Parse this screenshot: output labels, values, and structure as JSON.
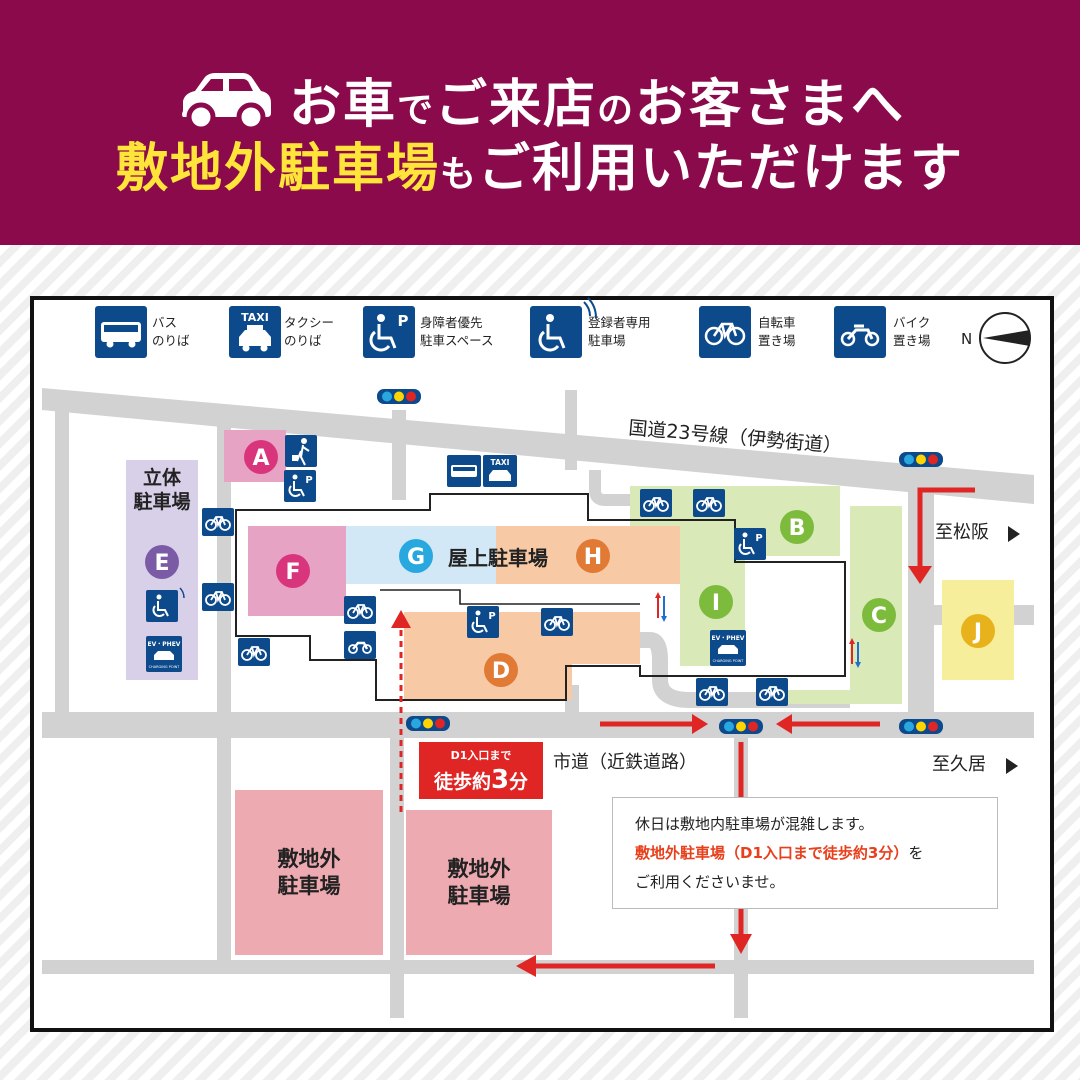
{
  "header": {
    "line1_a": "お車",
    "line1_b": "で",
    "line1_c": "ご来店",
    "line1_d": "の",
    "line1_e": "お客さまへ",
    "line2_a": "敷地外駐車場",
    "line2_b": "も",
    "line2_c": "ご利用いただけます",
    "icon": "car-icon"
  },
  "legend": [
    {
      "icon": "bus-icon",
      "line1": "バス",
      "line2": "のりば"
    },
    {
      "icon": "taxi-icon",
      "icon_text": "TAXI",
      "line1": "タクシー",
      "line2": "のりば"
    },
    {
      "icon": "wheelchair-parking-icon",
      "line1": "身障者優先",
      "line2": "駐車スペース"
    },
    {
      "icon": "registered-wheelchair-icon",
      "line1": "登録者専用",
      "line2": "駐車場"
    },
    {
      "icon": "bicycle-icon",
      "line1": "自転車",
      "line2": "置き場"
    },
    {
      "icon": "motorbike-icon",
      "line1": "バイク",
      "line2": "置き場"
    }
  ],
  "compass": {
    "label": "N"
  },
  "roads": {
    "route23": "国道23号線（伊勢街道）",
    "city_road": "市道（近鉄道路）",
    "to_matsusaka": "至松阪",
    "to_hisai": "至久居"
  },
  "parking_labels": {
    "A": "A",
    "B": "B",
    "C": "C",
    "D": "D",
    "E": "E",
    "F": "F",
    "G": "G",
    "H": "H",
    "I": "I",
    "J": "J",
    "rooftop": "屋上駐車場",
    "multistory_1": "立体",
    "multistory_2": "駐車場",
    "offsite1_1": "敷地外",
    "offsite1_2": "駐車場",
    "offsite2_1": "敷地外",
    "offsite2_2": "駐車場",
    "ev": "EV・PHEV",
    "ev_sub": "CHARGING POINT",
    "taxi_text": "TAXI"
  },
  "walk_badge": {
    "line1": "D1入口まで",
    "line2_prefix": "徒歩約",
    "number": "3",
    "unit": "分"
  },
  "note": {
    "line1": "休日は敷地内駐車場が混雑します。",
    "line2": "敷地外駐車場（D1入口まで徒歩約3分）",
    "line2_suffix": "を",
    "line3": "ご利用くださいませ。"
  },
  "colors": {
    "header_bg": "#8a0a4c",
    "highlight": "#ffe43a",
    "icon_blue": "#0d4a8c",
    "route_red": "#e02525",
    "pink": "#e6a3c4",
    "lightblue": "#d3e8f6",
    "peach": "#f7c9a5",
    "green": "#d9eab8",
    "yellow": "#f7ee9b",
    "offsite": "#eeaab1",
    "purple_bg": "#d8d0e8"
  }
}
